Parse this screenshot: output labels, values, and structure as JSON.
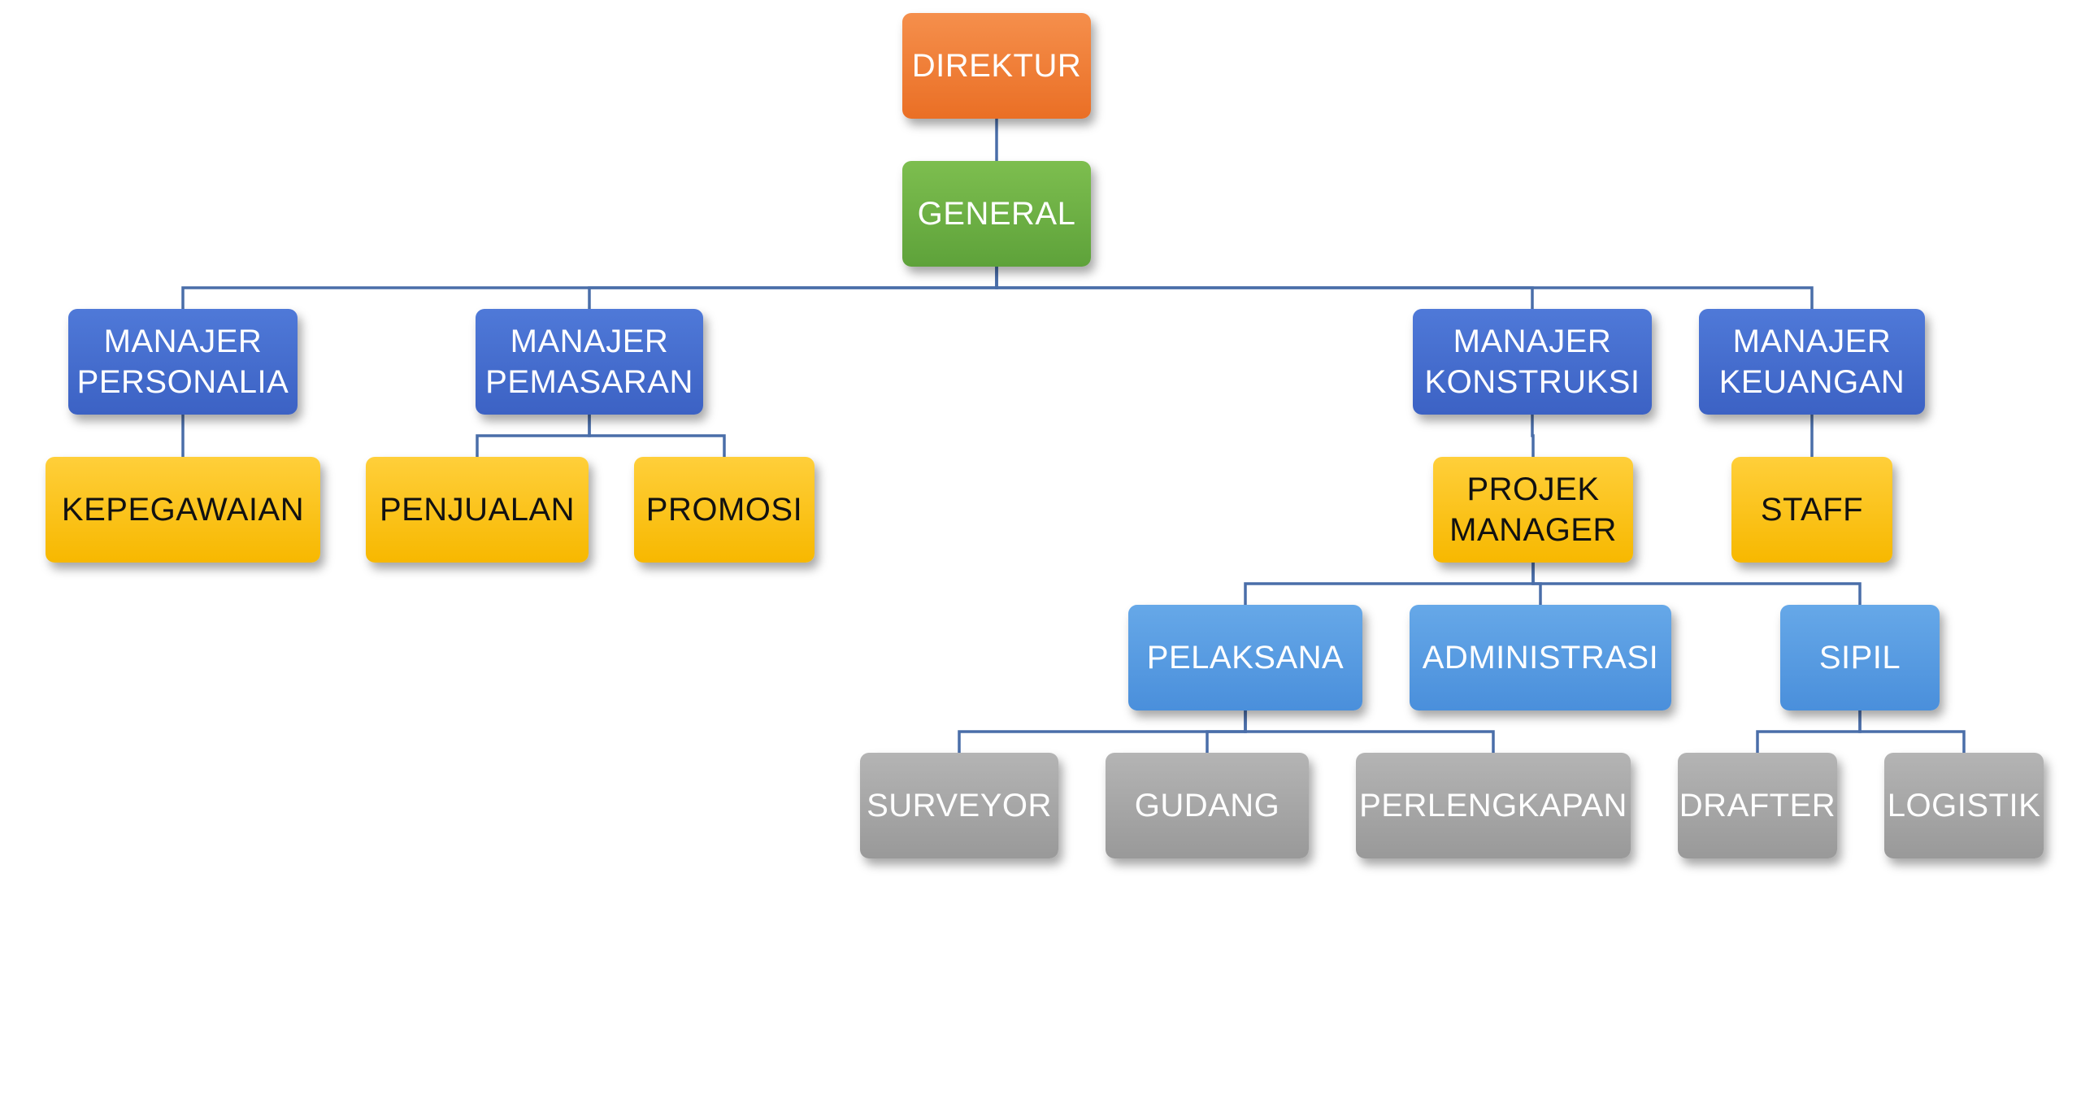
{
  "colors": {
    "line": "#4a6ea9",
    "direktur": "#ea6f25",
    "general": "#5ea23a",
    "manajer": "#3c62c4",
    "unit": "#f7b800",
    "divisi": "#4a8fdb",
    "staf": "#999999"
  },
  "nodes": {
    "direktur": {
      "lines": [
        "DIREKTUR"
      ]
    },
    "general": {
      "lines": [
        "GENERAL"
      ]
    },
    "manajer_personalia": {
      "lines": [
        "MANAJER",
        "PERSONALIA"
      ]
    },
    "manajer_pemasaran": {
      "lines": [
        "MANAJER",
        "PEMASARAN"
      ]
    },
    "manajer_konstruksi": {
      "lines": [
        "MANAJER",
        "KONSTRUKSI"
      ]
    },
    "manajer_keuangan": {
      "lines": [
        "MANAJER",
        "KEUANGAN"
      ]
    },
    "kepegawaian": {
      "lines": [
        "KEPEGAWAIAN"
      ]
    },
    "penjualan": {
      "lines": [
        "PENJUALAN"
      ]
    },
    "promosi": {
      "lines": [
        "PROMOSI"
      ]
    },
    "projek_manager": {
      "lines": [
        "PROJEK",
        "MANAGER"
      ]
    },
    "staff": {
      "lines": [
        "STAFF"
      ]
    },
    "pelaksana": {
      "lines": [
        "PELAKSANA"
      ]
    },
    "administrasi": {
      "lines": [
        "ADMINISTRASI"
      ]
    },
    "sipil": {
      "lines": [
        "SIPIL"
      ]
    },
    "surveyor": {
      "lines": [
        "SURVEYOR"
      ]
    },
    "gudang": {
      "lines": [
        "GUDANG"
      ]
    },
    "perlengkapan": {
      "lines": [
        "PERLENGKAPAN"
      ]
    },
    "drafter": {
      "lines": [
        "DRAFTER"
      ]
    },
    "logistik": {
      "lines": [
        "LOGISTIK"
      ]
    }
  },
  "edges": [
    [
      "direktur",
      "general"
    ],
    [
      "general",
      "manajer_personalia"
    ],
    [
      "general",
      "manajer_pemasaran"
    ],
    [
      "general",
      "manajer_konstruksi"
    ],
    [
      "general",
      "manajer_keuangan"
    ],
    [
      "manajer_personalia",
      "kepegawaian"
    ],
    [
      "manajer_pemasaran",
      "penjualan"
    ],
    [
      "manajer_pemasaran",
      "promosi"
    ],
    [
      "manajer_konstruksi",
      "projek_manager"
    ],
    [
      "manajer_keuangan",
      "staff"
    ],
    [
      "projek_manager",
      "pelaksana"
    ],
    [
      "projek_manager",
      "administrasi"
    ],
    [
      "projek_manager",
      "sipil"
    ],
    [
      "pelaksana",
      "surveyor"
    ],
    [
      "pelaksana",
      "gudang"
    ],
    [
      "pelaksana",
      "perlengkapan"
    ],
    [
      "sipil",
      "drafter"
    ],
    [
      "sipil",
      "logistik"
    ]
  ]
}
